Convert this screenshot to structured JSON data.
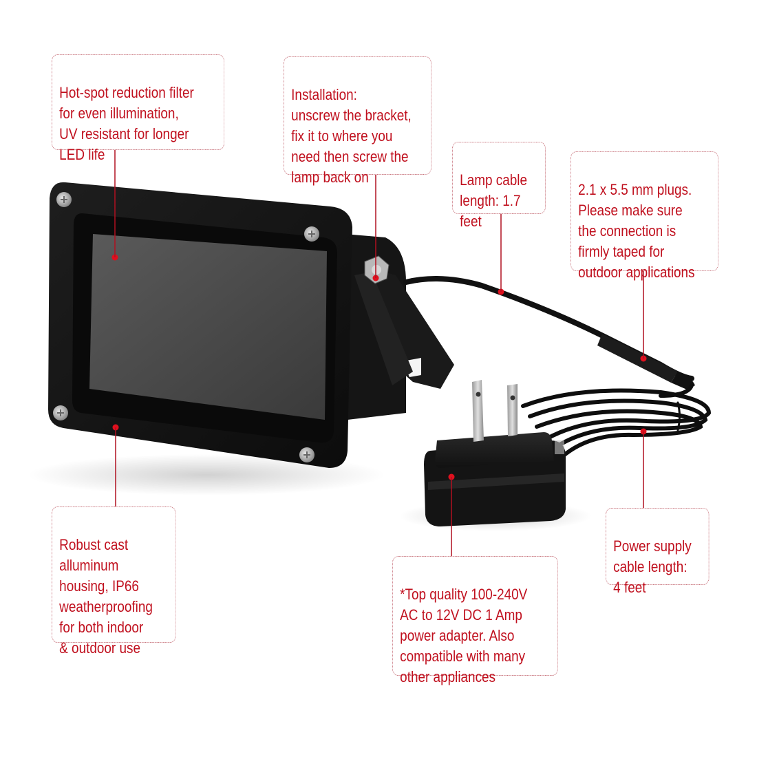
{
  "image": {
    "subject": "LED flood lamp with power adapter",
    "accent_color": "#c0101e",
    "callout_border_color": "#c0606a"
  },
  "callouts": [
    {
      "id": "filter",
      "text": "Hot-spot reduction filter\nfor even illumination,\nUV resistant for longer\nLED life"
    },
    {
      "id": "installation",
      "text": "Installation:\nunscrew the bracket,\nfix it to where you\nneed then screw the\nlamp back on"
    },
    {
      "id": "lamp-cable",
      "text": "Lamp cable\nlength: 1.7\nfeet"
    },
    {
      "id": "plugs",
      "text": "2.1 x 5.5 mm plugs.\nPlease make sure\nthe connection is\nfirmly taped for\noutdoor applications"
    },
    {
      "id": "housing",
      "text": "Robust cast\nalluminum\nhousing, IP66\nweatherproofing\nfor both indoor\n& outdoor use"
    },
    {
      "id": "adapter",
      "text": "*Top quality 100-240V\nAC to 12V DC 1 Amp\npower adapter. Also\ncompatible with many\nother appliances"
    },
    {
      "id": "power-cable",
      "text": "Power supply\ncable length:\n4 feet"
    }
  ]
}
